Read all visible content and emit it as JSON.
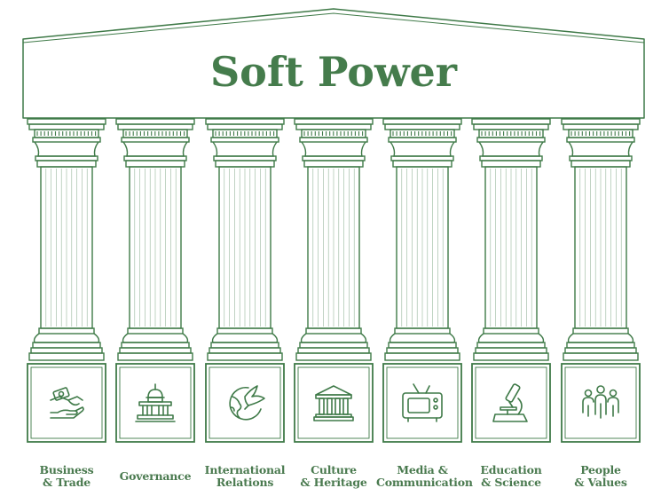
{
  "title": "Soft Power",
  "colors": {
    "primary": "#3f7a48",
    "title": "#457c4c",
    "label": "#4a7a4f"
  },
  "pillars": [
    {
      "icon": "handshake-money-icon",
      "label_lines": [
        "Business",
        "& Trade"
      ]
    },
    {
      "icon": "capitol-building-icon",
      "label_lines": [
        "Governance"
      ]
    },
    {
      "icon": "globe-dove-icon",
      "label_lines": [
        "International",
        "Relations"
      ]
    },
    {
      "icon": "classical-museum-icon",
      "label_lines": [
        "Culture",
        "& Heritage"
      ]
    },
    {
      "icon": "television-icon",
      "label_lines": [
        "Media &",
        "Communication"
      ]
    },
    {
      "icon": "microscope-icon",
      "label_lines": [
        "Education",
        "& Science"
      ]
    },
    {
      "icon": "people-group-icon",
      "label_lines": [
        "People",
        "& Values"
      ]
    }
  ]
}
